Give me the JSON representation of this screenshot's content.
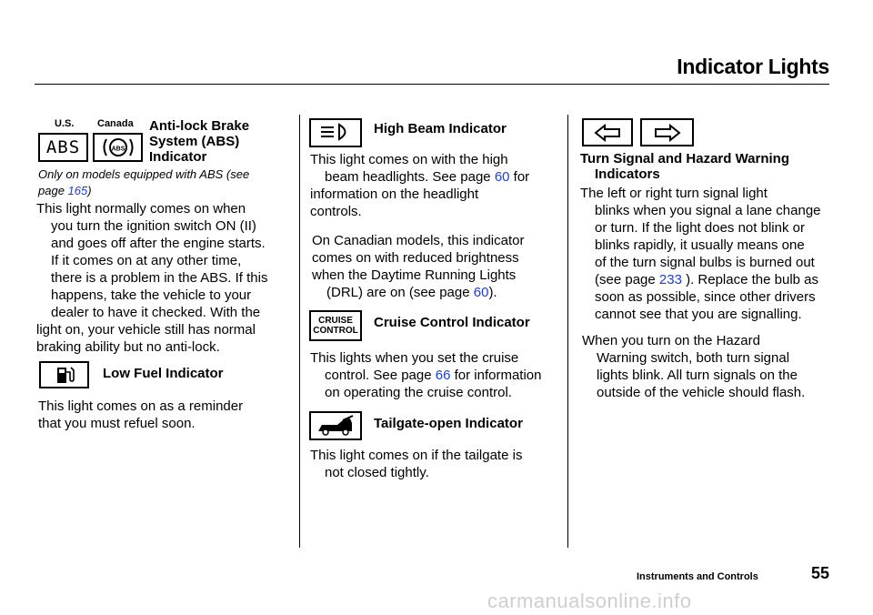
{
  "header": {
    "title": "Indicator Lights"
  },
  "abs": {
    "us_label": "U.S.",
    "canada_label": "Canada",
    "us_symbol": "ABS",
    "canada_symbol": "(ABS)",
    "heading": [
      "Anti-lock Brake",
      "System (ABS)",
      "Indicator"
    ],
    "note_pre": "Only on models equipped with ABS (see",
    "note_page_word": "page",
    "note_page": "165",
    "note_post": ")",
    "body": [
      "This light normally comes on when",
      "you turn the ignition switch ON (II)",
      "and goes off after the engine starts.",
      "If it comes on at any other time,",
      "there is a problem in the ABS. If this",
      "happens, take the vehicle to your",
      "dealer to have it checked. With the",
      "light on, your vehicle still has normal",
      "braking ability but no anti-lock."
    ]
  },
  "fuel": {
    "heading": "Low Fuel Indicator",
    "body": [
      "This light comes on as a reminder",
      "that you must refuel soon."
    ]
  },
  "high_beam": {
    "heading": "High Beam Indicator",
    "p1_l1": "This light comes on with the high",
    "p1_l2_pre": "beam headlights. See page ",
    "p1_page": "60",
    "p1_l2_post": " for",
    "p1_l3": "information on the headlight",
    "p1_l4": "controls.",
    "p2_l1": "On Canadian models, this indicator",
    "p2_l2": "comes on with reduced brightness",
    "p2_l3": "when the Daytime Running Lights",
    "p2_l4_pre": "(DRL) are on (see page ",
    "p2_page": "60",
    "p2_l4_post": ")."
  },
  "cruise": {
    "symbol_l1": "CRUISE",
    "symbol_l2": "CONTROL",
    "heading": "Cruise Control Indicator",
    "l1": "This lights when you set the cruise",
    "l2_pre": "control. See page ",
    "page": "66",
    "l2_post": " for information",
    "l3": "on operating the cruise control."
  },
  "tailgate": {
    "heading": "Tailgate-open Indicator",
    "body": [
      "This light comes on if the tailgate is",
      "not closed tightly."
    ]
  },
  "turn": {
    "heading": [
      "Turn Signal and Hazard Warning",
      "Indicators"
    ],
    "l1": "The left or right turn signal light",
    "l2": "blinks when you signal a lane change",
    "l3": "or turn. If the light does not blink or",
    "l4": "blinks rapidly, it usually means one",
    "l5": "of the turn signal bulbs is burned out",
    "l6_pre": "(see page ",
    "page": "233",
    "l6_post": " ). Replace the bulb as",
    "l7": "soon as possible, since other drivers",
    "l8": "cannot see that you are signalling.",
    "p2": [
      "When you turn on the Hazard",
      "Warning switch, both turn signal",
      "lights blink. All turn signals on the",
      "outside of the vehicle should flash."
    ]
  },
  "footer": {
    "section": "Instruments and Controls",
    "page_number": "55",
    "watermark": "carmanualsonline.info"
  }
}
